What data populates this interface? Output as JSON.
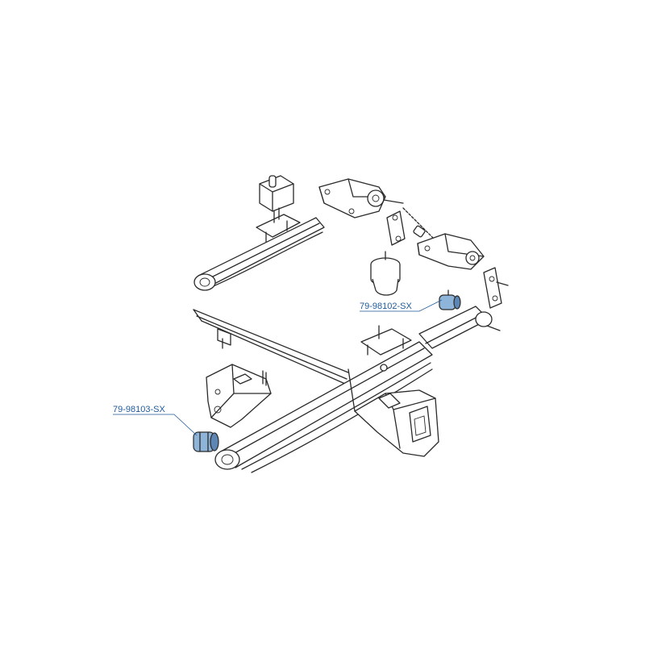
{
  "callouts": [
    {
      "id": "rear",
      "part_number": "79-98102-SX"
    },
    {
      "id": "front",
      "part_number": "79-98103-SX"
    }
  ],
  "colors": {
    "highlight": "#8fb4d9",
    "highlight_dark": "#5d86b4",
    "callout_text": "#1f5a9a",
    "line": "#2a2a2a"
  }
}
